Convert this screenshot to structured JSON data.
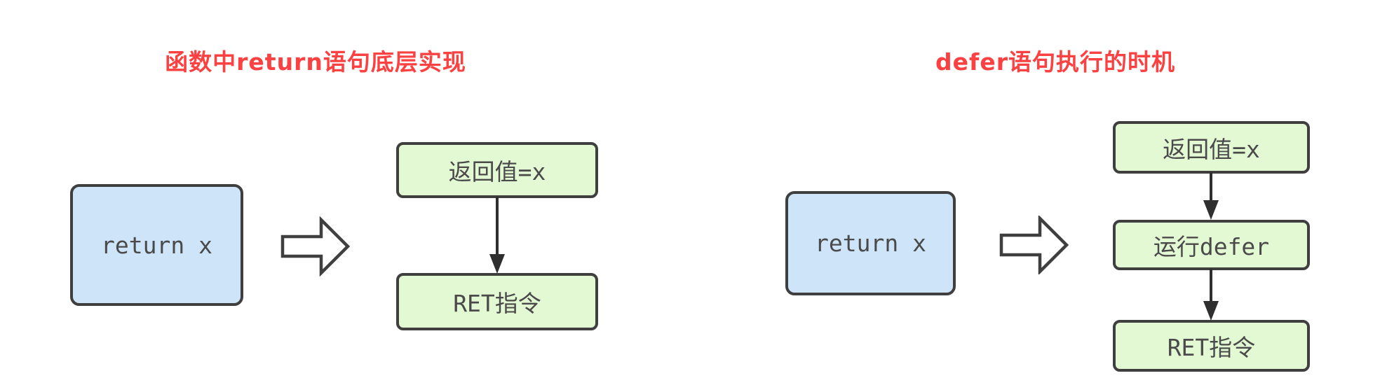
{
  "titles": {
    "left": "函数中return语句底层实现",
    "right": "defer语句执行的时机"
  },
  "left_diagram": {
    "source_node": "return x",
    "steps": [
      "返回值=x",
      "RET指令"
    ]
  },
  "right_diagram": {
    "source_node": "return x",
    "steps": [
      "返回值=x",
      "运行defer",
      "RET指令"
    ]
  },
  "colors": {
    "title": "#fb4141",
    "node_blue_fill": "#cde4f9",
    "node_green_fill": "#e3f9d3",
    "node_border": "#3f3f3f",
    "node_text": "#4a4a4a",
    "arrow": "#2f2f2f"
  }
}
